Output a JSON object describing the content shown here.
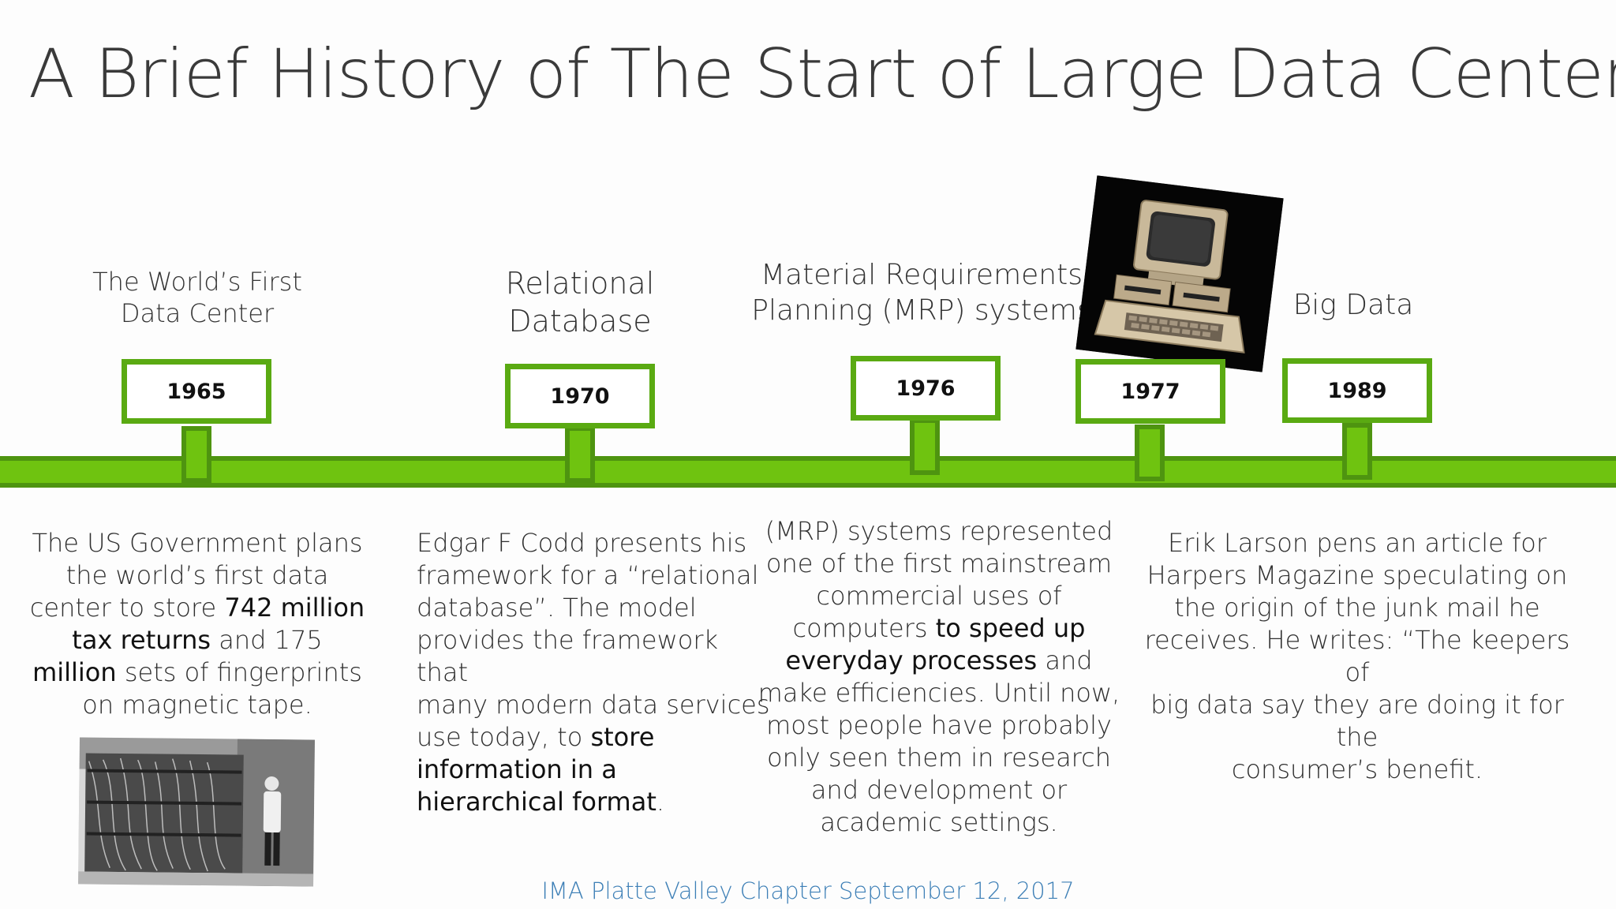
{
  "title": "A Brief History of The Start of Large Data Centers",
  "footer": "IMA Platte Valley Chapter September 12, 2017",
  "events": [
    {
      "year": "1965",
      "heading": [
        "The World’s First",
        "Data Center"
      ],
      "desc": [
        [
          {
            "t": "The US Government plans"
          }
        ],
        [
          {
            "t": "the world’s first data"
          }
        ],
        [
          {
            "t": "center to store "
          },
          {
            "t": "742 million",
            "b": true
          }
        ],
        [
          {
            "t": "tax returns",
            "b": true
          },
          {
            "t": " and 175"
          }
        ],
        [
          {
            "t": "million",
            "b": true
          },
          {
            "t": " sets of fingerprints"
          }
        ],
        [
          {
            "t": "on magnetic tape."
          }
        ]
      ]
    },
    {
      "year": "1970",
      "heading": [
        "Relational",
        "Database"
      ],
      "desc": [
        [
          {
            "t": "Edgar F Codd presents his"
          }
        ],
        [
          {
            "t": "framework for a “relational"
          }
        ],
        [
          {
            "t": "database”. The model"
          }
        ],
        [
          {
            "t": "provides the framework that"
          }
        ],
        [
          {
            "t": "many modern data services"
          }
        ],
        [
          {
            "t": "use today, to "
          },
          {
            "t": "store",
            "b": true
          }
        ],
        [
          {
            "t": "information in a",
            "b": true
          }
        ],
        [
          {
            "t": "hierarchical format",
            "b": true
          },
          {
            "t": "."
          }
        ]
      ]
    },
    {
      "year": "1976",
      "heading": [
        "Material Requirements",
        "Planning (MRP) systems"
      ],
      "desc": [
        [
          {
            "t": "(MRP) systems represented"
          }
        ],
        [
          {
            "t": "one of the first mainstream"
          }
        ],
        [
          {
            "t": "commercial uses of"
          }
        ],
        [
          {
            "t": "computers "
          },
          {
            "t": "to speed up",
            "b": true
          }
        ],
        [
          {
            "t": "everyday processes",
            "b": true
          },
          {
            "t": " and"
          }
        ],
        [
          {
            "t": "make efficiencies. Until now,"
          }
        ],
        [
          {
            "t": "most people have probably"
          }
        ],
        [
          {
            "t": "only seen them in research"
          }
        ],
        [
          {
            "t": "and development or"
          }
        ],
        [
          {
            "t": "academic settings."
          }
        ]
      ]
    },
    {
      "year": "1977",
      "heading": [],
      "desc": []
    },
    {
      "year": "1989",
      "heading": [
        "Big Data"
      ],
      "desc": [
        [
          {
            "t": "Erik Larson pens an article for"
          }
        ],
        [
          {
            "t": "Harpers Magazine speculating on"
          }
        ],
        [
          {
            "t": "the origin of the junk mail he"
          }
        ],
        [
          {
            "t": "receives. He writes: “The keepers of"
          }
        ],
        [
          {
            "t": "big data say they are doing it for the"
          }
        ],
        [
          {
            "t": "consumer’s benefit."
          }
        ]
      ]
    }
  ],
  "images": {
    "eniac": "photo of early data center with operator",
    "apple": "photo of Apple II computer"
  }
}
